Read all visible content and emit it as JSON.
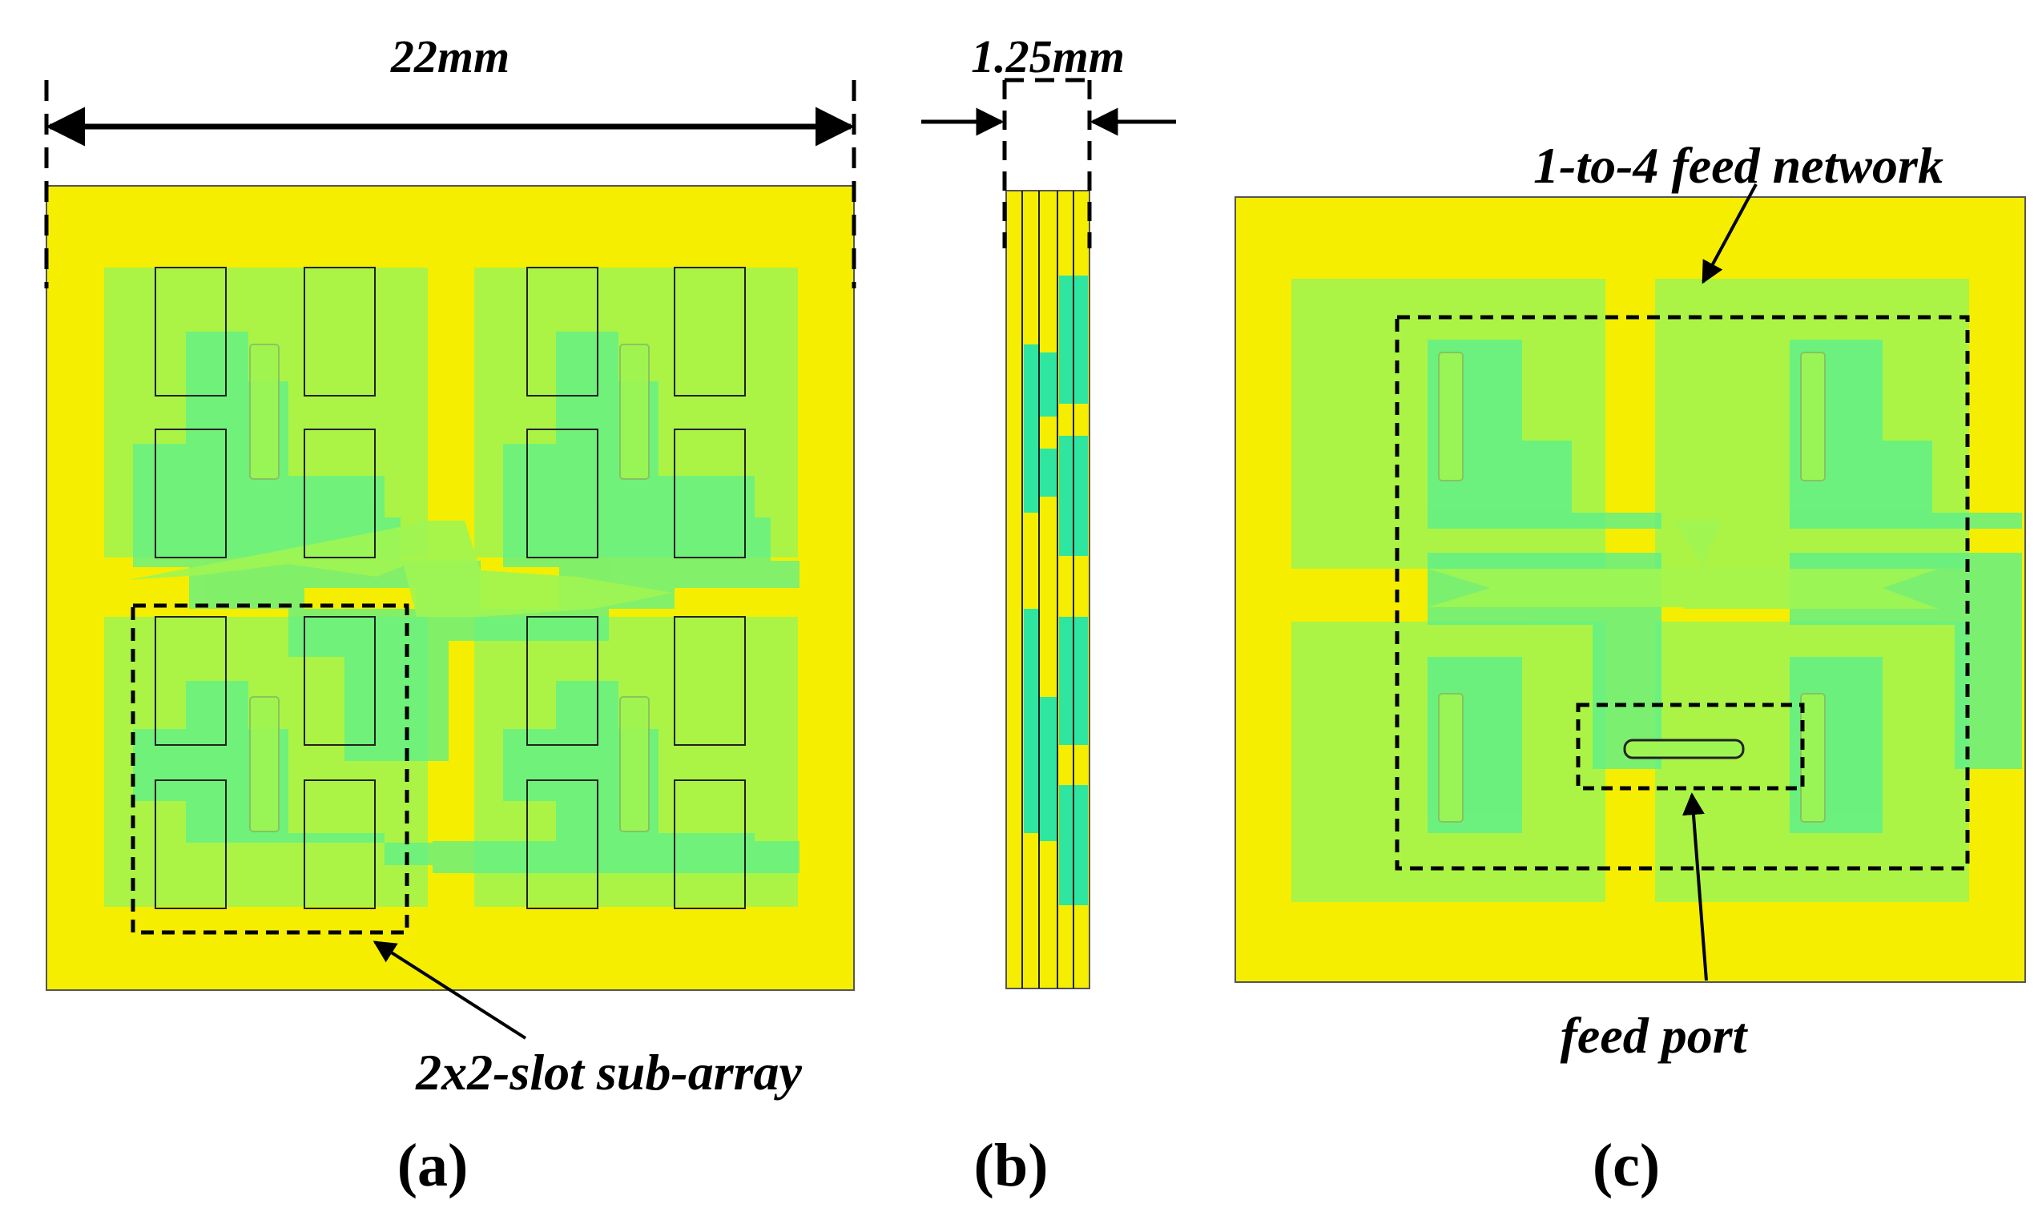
{
  "colors": {
    "substrate": "#f5ee00",
    "patch_green": "#9ef552",
    "feed_cyan": "#5cf08c",
    "layer_cyan": "#2ee6a0",
    "outline": "#000000"
  },
  "panel_a": {
    "dimension_label": "22mm",
    "subarray_label": "2x2-slot sub-array",
    "caption": "(a)"
  },
  "panel_b": {
    "dimension_label": "1.25mm",
    "caption": "(b)"
  },
  "panel_c": {
    "feed_network_label": "1-to-4 feed network",
    "feed_port_label": "feed port",
    "caption": "(c)"
  }
}
